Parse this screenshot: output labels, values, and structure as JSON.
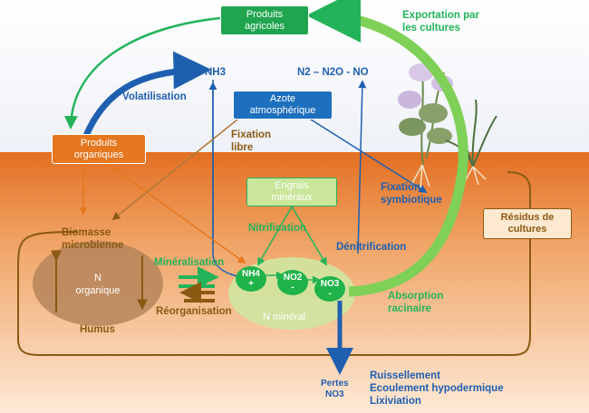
{
  "boxes": {
    "produits_agricoles": "Produits\nagricoles",
    "azote_atmospherique": "Azote\natmosphérique",
    "produits_organiques": "Produits\norganiques",
    "engrais_mineraux": "Engrais\nminéraux",
    "residus_cultures": "Résidus de\ncultures"
  },
  "labels": {
    "exportation": "Exportation par\nles cultures",
    "nh3": "NH3",
    "n2_n2o_no": "N2 – N2O - NO",
    "volatilisation": "Volatilisation",
    "fixation_libre": "Fixation\nlibre",
    "fixation_symbiotique": "Fixation\nsymbiotique",
    "biomasse": "Biomasse\nmicrobienne",
    "nitrification": "Nitrification",
    "denitrification": "Dénitrification",
    "mineralisation": "Minéralisation",
    "reorganisation": "Réorganisation",
    "humus": "Humus",
    "n_organique": "N\norganique",
    "n_mineral": "N minéral",
    "absorption": "Absorption\nracinaire",
    "pertes": "Pertes\nNO3",
    "ruissellement": "Ruissellement\nEcoulement hypodermique\nLixiviation"
  },
  "ions": {
    "nh4": "NH4\n+",
    "no2": "NO2\n-",
    "no3": "NO3\n-"
  },
  "colors": {
    "sky": "#ffffff",
    "soil_top": "#e8813a",
    "soil_bottom": "#fbe4cf",
    "green": "#24b35a",
    "blue": "#1f5fb0",
    "brown": "#8a5a13",
    "orange_box": "#e5771f",
    "light_green": "#c9e69a"
  }
}
